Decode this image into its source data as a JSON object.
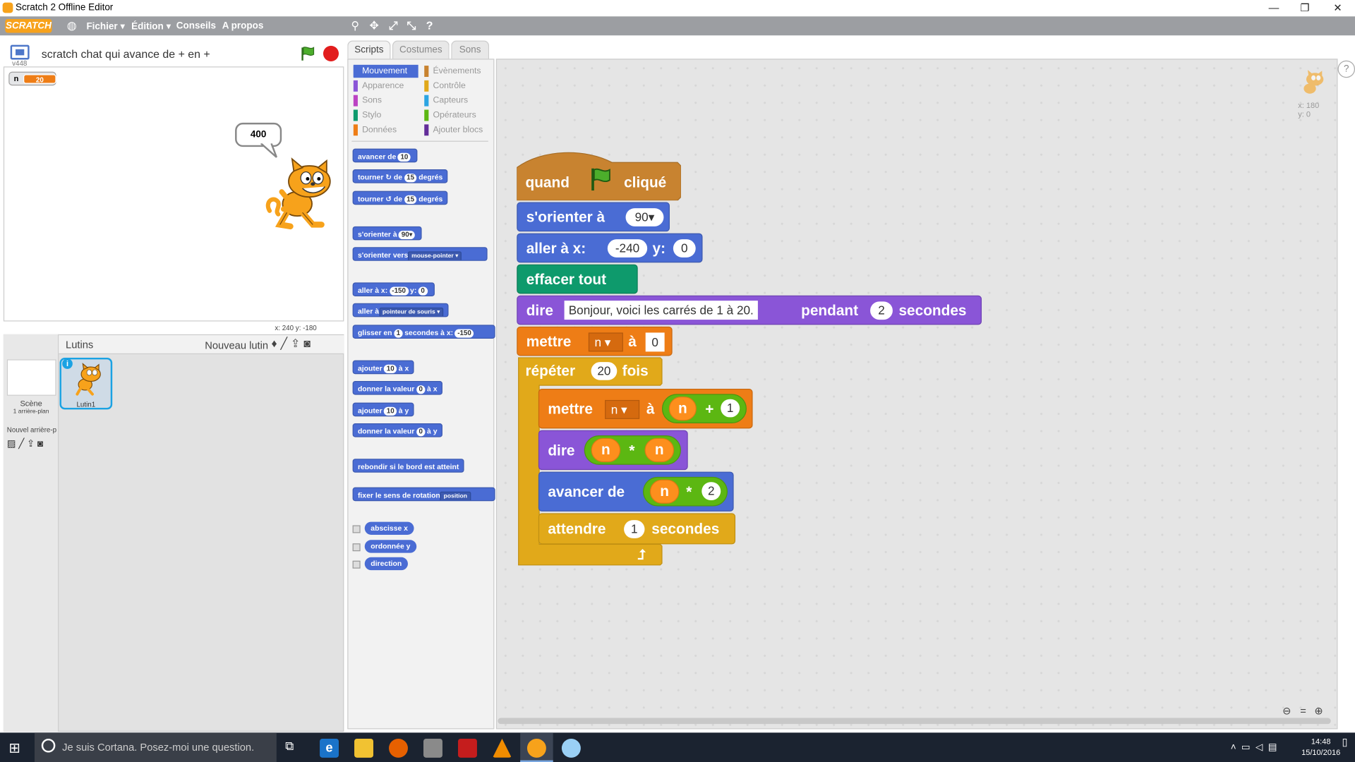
{
  "window": {
    "title": "Scratch 2 Offline Editor"
  },
  "menubar": {
    "logo": "SCRATCH",
    "items": [
      "Fichier ▾",
      "Édition ▾",
      "Conseils",
      "A propos"
    ]
  },
  "stage": {
    "project_title": "scratch chat qui avance de +  en +",
    "version": "v448",
    "variable_name": "n",
    "variable_value": "20",
    "speech_bubble": "400",
    "coords": "x: 240   y: -180"
  },
  "sprites": {
    "header": "Lutins",
    "new_sprite": "Nouveau lutin",
    "scene_label": "Scène",
    "scene_sub": "1 arrière-plan",
    "new_backdrop": "Nouvel arrière-p",
    "sprite1": "Lutin1"
  },
  "tabs": [
    "Scripts",
    "Costumes",
    "Sons"
  ],
  "categories": {
    "left": [
      "Mouvement",
      "Apparence",
      "Sons",
      "Stylo",
      "Données"
    ],
    "right": [
      "Évènements",
      "Contrôle",
      "Capteurs",
      "Opérateurs",
      "Ajouter blocs"
    ]
  },
  "palette": {
    "b1": "avancer de",
    "b1v": "10",
    "b2a": "tourner",
    "b2b": "de",
    "b2v": "15",
    "b2c": "degrés",
    "b3a": "tourner",
    "b3b": "de",
    "b3v": "15",
    "b3c": "degrés",
    "b4": "s'orienter à",
    "b4v": "90▾",
    "b5": "s'orienter vers",
    "b5v": "mouse-pointer ▾",
    "b6a": "aller à x:",
    "b6v1": "-150",
    "b6b": "y:",
    "b6v2": "0",
    "b7": "aller à",
    "b7v": "pointeur de souris ▾",
    "b8a": "glisser en",
    "b8v1": "1",
    "b8b": "secondes à x:",
    "b8v2": "-150",
    "b9a": "ajouter",
    "b9v": "10",
    "b9b": "à x",
    "b10a": "donner la valeur",
    "b10v": "0",
    "b10b": "à x",
    "b11a": "ajouter",
    "b11v": "10",
    "b11b": "à y",
    "b12a": "donner la valeur",
    "b12v": "0",
    "b12b": "à y",
    "b13": "rebondir si le bord est atteint",
    "b14": "fixer le sens de rotation",
    "b14v": "position",
    "r1": "abscisse x",
    "r2": "ordonnée y",
    "r3": "direction"
  },
  "script": {
    "hat_when": "quand",
    "hat_clicked": "cliqué",
    "orient": "s'orienter à",
    "orient_v": "90▾",
    "goto": "aller à x:",
    "goto_x": "-240",
    "goto_y_lab": "y:",
    "goto_y": "0",
    "clear": "effacer  tout",
    "say": "dire",
    "say_text": "Bonjour, voici les carrés de 1 à 20.",
    "say_for": "pendant",
    "say_secs": "2",
    "say_unit": "secondes",
    "set": "mettre",
    "set_var": "n",
    "set_to": "à",
    "set_val": "0",
    "repeat": "répéter",
    "repeat_n": "20",
    "repeat_times": "fois",
    "set2": "mettre",
    "set2_var": "n",
    "set2_to": "à",
    "set2_a": "n",
    "set2_op": "+",
    "set2_b": "1",
    "say2": "dire",
    "say2_a": "n",
    "say2_op": "*",
    "say2_b": "n",
    "move": "avancer  de",
    "move_a": "n",
    "move_op": "*",
    "move_b": "2",
    "wait": "attendre",
    "wait_v": "1",
    "wait_unit": "secondes"
  },
  "sprite_info": {
    "x": "x: 180",
    "y": "y: 0"
  },
  "taskbar": {
    "search": "Je suis Cortana. Posez-moi une question.",
    "time": "14:48",
    "date": "15/10/2016"
  },
  "colors": {
    "motion": "#4a6cd4",
    "looks": "#8a55d7",
    "control": "#e1a91a",
    "events": "#c88330",
    "data": "#ee7d16",
    "operators": "#5cb712",
    "pen": "#0e9a6c"
  }
}
